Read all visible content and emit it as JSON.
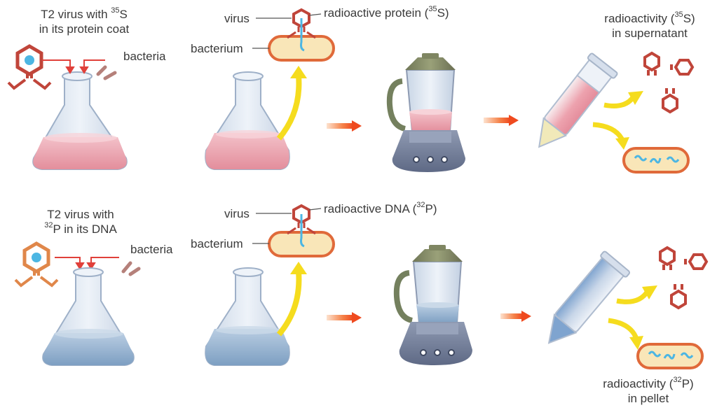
{
  "top_row": {
    "title_line1_pre": "T2 virus with ",
    "title_line1_sup": "35",
    "title_line1_post": "S",
    "title_line2": "in its protein coat",
    "bacteria_label": "bacteria",
    "virus_label": "virus",
    "bacterium_label": "bacterium",
    "tag_pre": "radioactive protein (",
    "tag_sup": "35",
    "tag_post": "S)",
    "result_line1_pre": "radioactivity (",
    "result_line1_sup": "35",
    "result_line1_post": "S)",
    "result_line2": "in supernatant"
  },
  "bottom_row": {
    "title_line1": "T2 virus with",
    "title_line2_sup": "32",
    "title_line2_post": "P in its DNA",
    "bacteria_label": "bacteria",
    "virus_label": "virus",
    "bacterium_label": "bacterium",
    "tag_pre": "radioactive DNA (",
    "tag_sup": "32",
    "tag_post": "P)",
    "result_line1_pre": "radioactivity (",
    "result_line1_sup": "32",
    "result_line1_post": "P)",
    "result_line2": "in pellet"
  },
  "colors": {
    "protein_label_pink": "#e8a3ad",
    "dna_label_blue": "#8eb1d2",
    "virus_red": "#c0453a",
    "virus_orange": "#e0874a",
    "bacterium_fill": "#f9e6b8",
    "bacterium_edge": "#e06a3a",
    "arrow_red": "#f05a28",
    "arrow_yellow": "#f5dc1e",
    "dna_cyan": "#4cb6e3"
  }
}
